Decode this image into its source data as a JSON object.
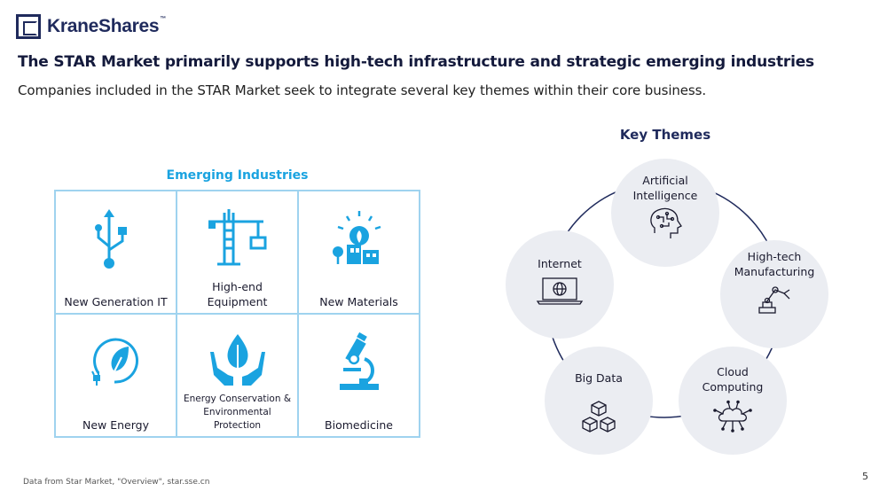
{
  "logo": {
    "text": "KraneShares",
    "tm": "™"
  },
  "headline": "The STAR Market primarily supports high-tech infrastructure and strategic emerging industries",
  "subhead": "Companies included in the STAR Market seek to integrate several key themes within their core business.",
  "emerging": {
    "title": "Emerging Industries",
    "items": [
      {
        "label": "New Generation IT",
        "icon": "usb-icon"
      },
      {
        "label_line1": "High-end",
        "label_line2": "Equipment",
        "icon": "crane-icon"
      },
      {
        "label": "New Materials",
        "icon": "factory-plant-icon"
      },
      {
        "label": "New Energy",
        "icon": "leaf-plug-icon"
      },
      {
        "label_line1": "Energy Conservation &",
        "label_line2": "Environmental",
        "label_line3": "Protection",
        "icon": "hands-leaf-icon"
      },
      {
        "label": "Biomedicine",
        "icon": "microscope-icon"
      }
    ]
  },
  "themes": {
    "title": "Key Themes",
    "items": [
      {
        "label_line1": "Artificial",
        "label_line2": "Intelligence",
        "icon": "ai-head-icon"
      },
      {
        "label_line1": "High-tech",
        "label_line2": "Manufacturing",
        "icon": "robot-arm-icon"
      },
      {
        "label_line1": "Cloud",
        "label_line2": "Computing",
        "icon": "cloud-network-icon"
      },
      {
        "label": "Big Data",
        "icon": "cubes-icon"
      },
      {
        "label": "Internet",
        "icon": "laptop-globe-icon"
      }
    ]
  },
  "colors": {
    "accent": "#1aa3e0",
    "navy": "#1f2a5c",
    "circle": "#ebedf2"
  },
  "footnote": "Data from Star Market, \"Overview\", star.sse.cn",
  "page_number": "5"
}
